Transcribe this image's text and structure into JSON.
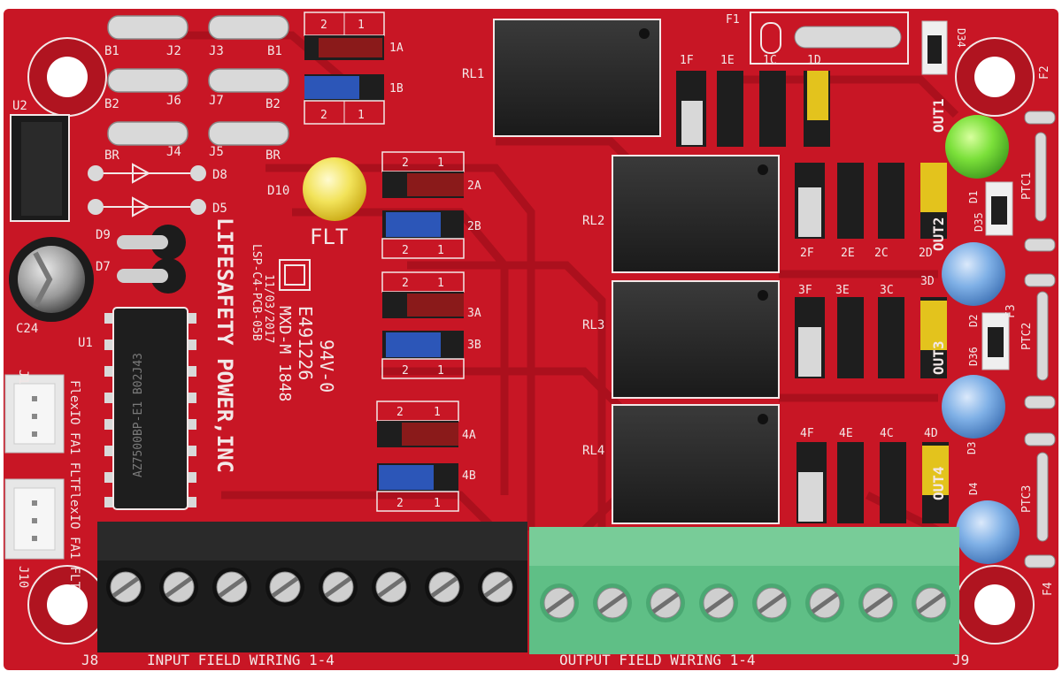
{
  "board": {
    "jumpers_top": [
      "B1",
      "J2",
      "J3",
      "B1",
      "B2",
      "J6",
      "J7",
      "B2",
      "BR",
      "J4",
      "J5",
      "BR"
    ],
    "left_labels": {
      "u2": "U2",
      "d8": "D8",
      "d5": "D5",
      "d9": "D9",
      "d7": "D7",
      "d10": "D10",
      "c24": "C24",
      "u1": "U1",
      "j1": "J1",
      "j10": "J10",
      "j8": "J8"
    },
    "flt": "FLT",
    "vertical_text": {
      "brand": "LIFESAFETY POWER,INC",
      "date": "11/03/2017",
      "part": "LSP-C4-PCB-05B",
      "ul1": "94V-0",
      "ul2": "E491226",
      "ul3": "MXD-M 1848",
      "conn1": "FlexIO FA1 FLT",
      "conn2": "FlexIO FA1 FLT",
      "chip": "AZ7500BP-E1 B02J43"
    },
    "relays": [
      "RL1",
      "RL2",
      "RL3",
      "RL4"
    ],
    "jumper_groups": {
      "g1": [
        "1A",
        "1B"
      ],
      "g2": [
        "2A",
        "2B"
      ],
      "g3": [
        "3A",
        "3B"
      ],
      "g4": [
        "4A",
        "4B"
      ],
      "row1": [
        "1F",
        "1E",
        "1C",
        "1D"
      ],
      "row2": [
        "2F",
        "2E",
        "2C",
        "2D"
      ],
      "row3": [
        "3F",
        "3E",
        "3C",
        "3D"
      ],
      "row4": [
        "4F",
        "4E",
        "4C",
        "4D"
      ]
    },
    "pin_nums": {
      "one": "1",
      "two": "2"
    },
    "outputs": [
      "OUT1",
      "OUT2",
      "OUT3",
      "OUT4"
    ],
    "right_labels": {
      "f1": "F1",
      "f2": "F2",
      "f3": "F3",
      "f4": "F4",
      "d34": "D34",
      "d35": "D35",
      "d36": "D36",
      "d1": "D1",
      "d2": "D2",
      "d3": "D3",
      "d4": "D4",
      "ptc1": "PTC1",
      "ptc2": "PTC2",
      "ptc3": "PTC3",
      "j9": "J9"
    },
    "bottom": {
      "input": "INPUT FIELD WIRING 1-4",
      "output": "OUTPUT FIELD WIRING 1-4"
    },
    "colors": {
      "pcb": "#c81625",
      "pcb_dark": "#a40f1c",
      "silk": "#f3e7e7",
      "terminal_black": "#1c1c1c",
      "terminal_green": "#5fbf86",
      "led_green": "#7be03a",
      "led_yellow": "#f2d42a",
      "led_blue": "#6a9fd8",
      "jumper_blue": "#2c56b8",
      "jumper_red": "#8a1a1a",
      "jumper_yellow": "#e3c31d"
    }
  }
}
